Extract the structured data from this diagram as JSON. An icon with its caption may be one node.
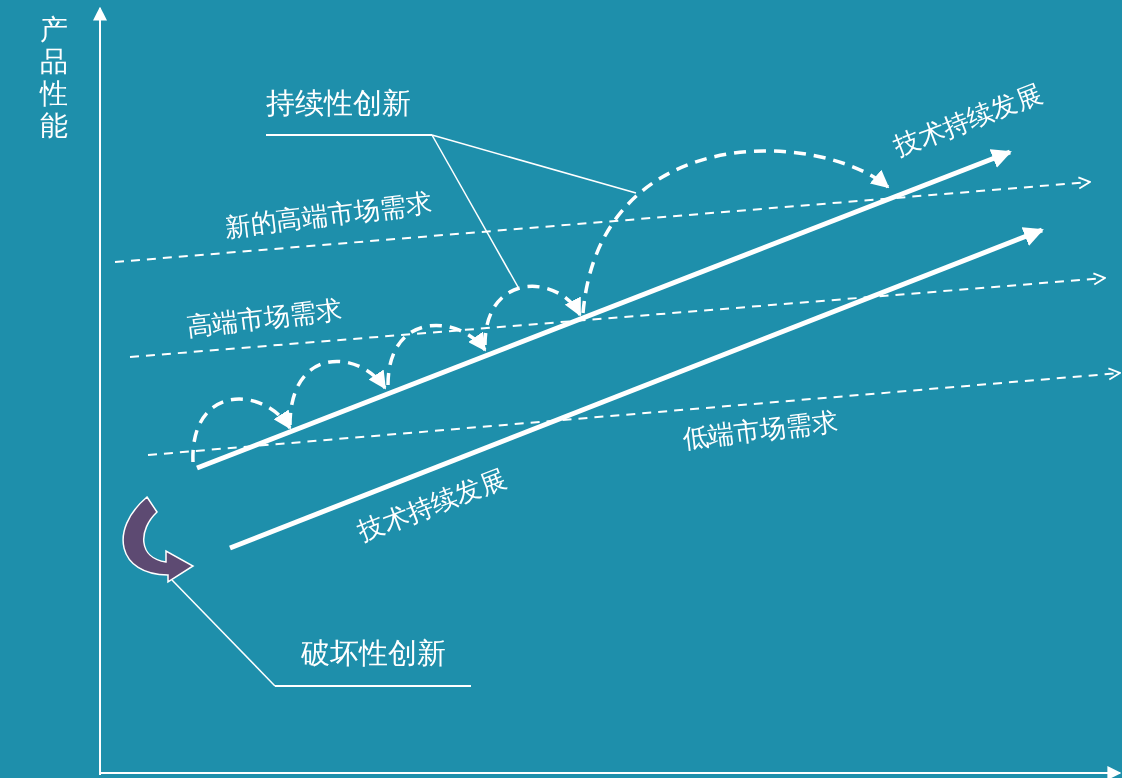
{
  "diagram": {
    "nodes": [
      {
        "text": [
          "持续性创新"
        ]
      },
      {
        "text": [
          "破坏性创新"
        ]
      },
      {
        "text": [],
        "shape": "arrow"
      }
    ],
    "edges": [
      {
        "from": 0,
        "to": null,
        "arrow": "none"
      },
      {
        "from": 0,
        "to": null,
        "arrow": "none"
      },
      {
        "from": 1,
        "to": 2,
        "arrow": "none"
      }
    ],
    "labels": [
      "产品性能",
      "技术持续发展",
      "新的高端市场需求",
      "高端市场需求",
      "低端市场需求",
      "技术持续发展"
    ]
  }
}
